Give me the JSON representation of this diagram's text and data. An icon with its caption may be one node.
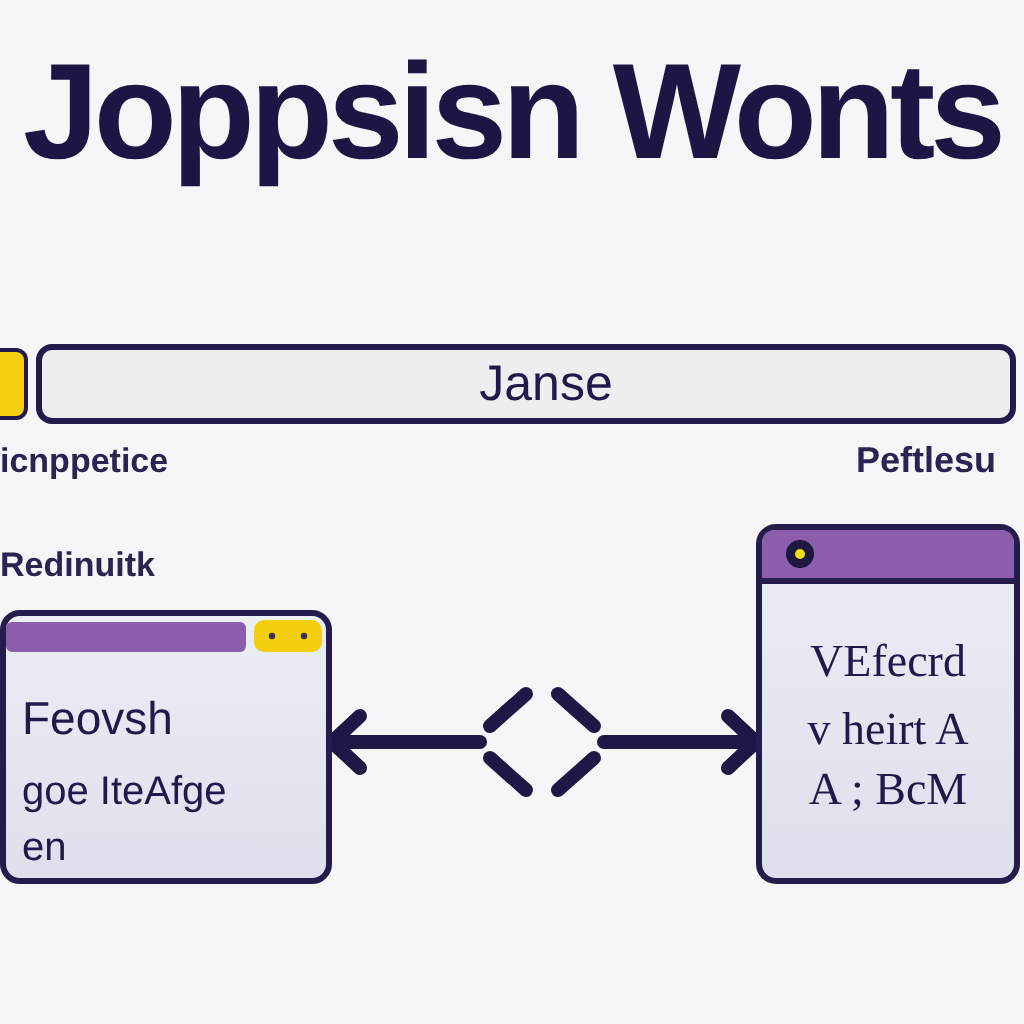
{
  "diagram": {
    "title": "Joppsisn Wonts",
    "nodes": [
      {
        "text": [
          "Janse"
        ]
      },
      {
        "text": [
          "Feovsh",
          "goe IteAfge",
          "en"
        ]
      },
      {
        "text": [],
        "shape": "diamond"
      },
      {
        "text": [
          "VEfecrd",
          "v heirt A",
          "A ; BcM"
        ]
      }
    ],
    "edges": [
      {
        "from": 2,
        "to": 1,
        "arrow": "to"
      },
      {
        "from": 2,
        "to": 3,
        "arrow": "to"
      }
    ],
    "labels": [
      "icnppetice",
      "Peftlesu",
      "Redinuitk"
    ]
  }
}
